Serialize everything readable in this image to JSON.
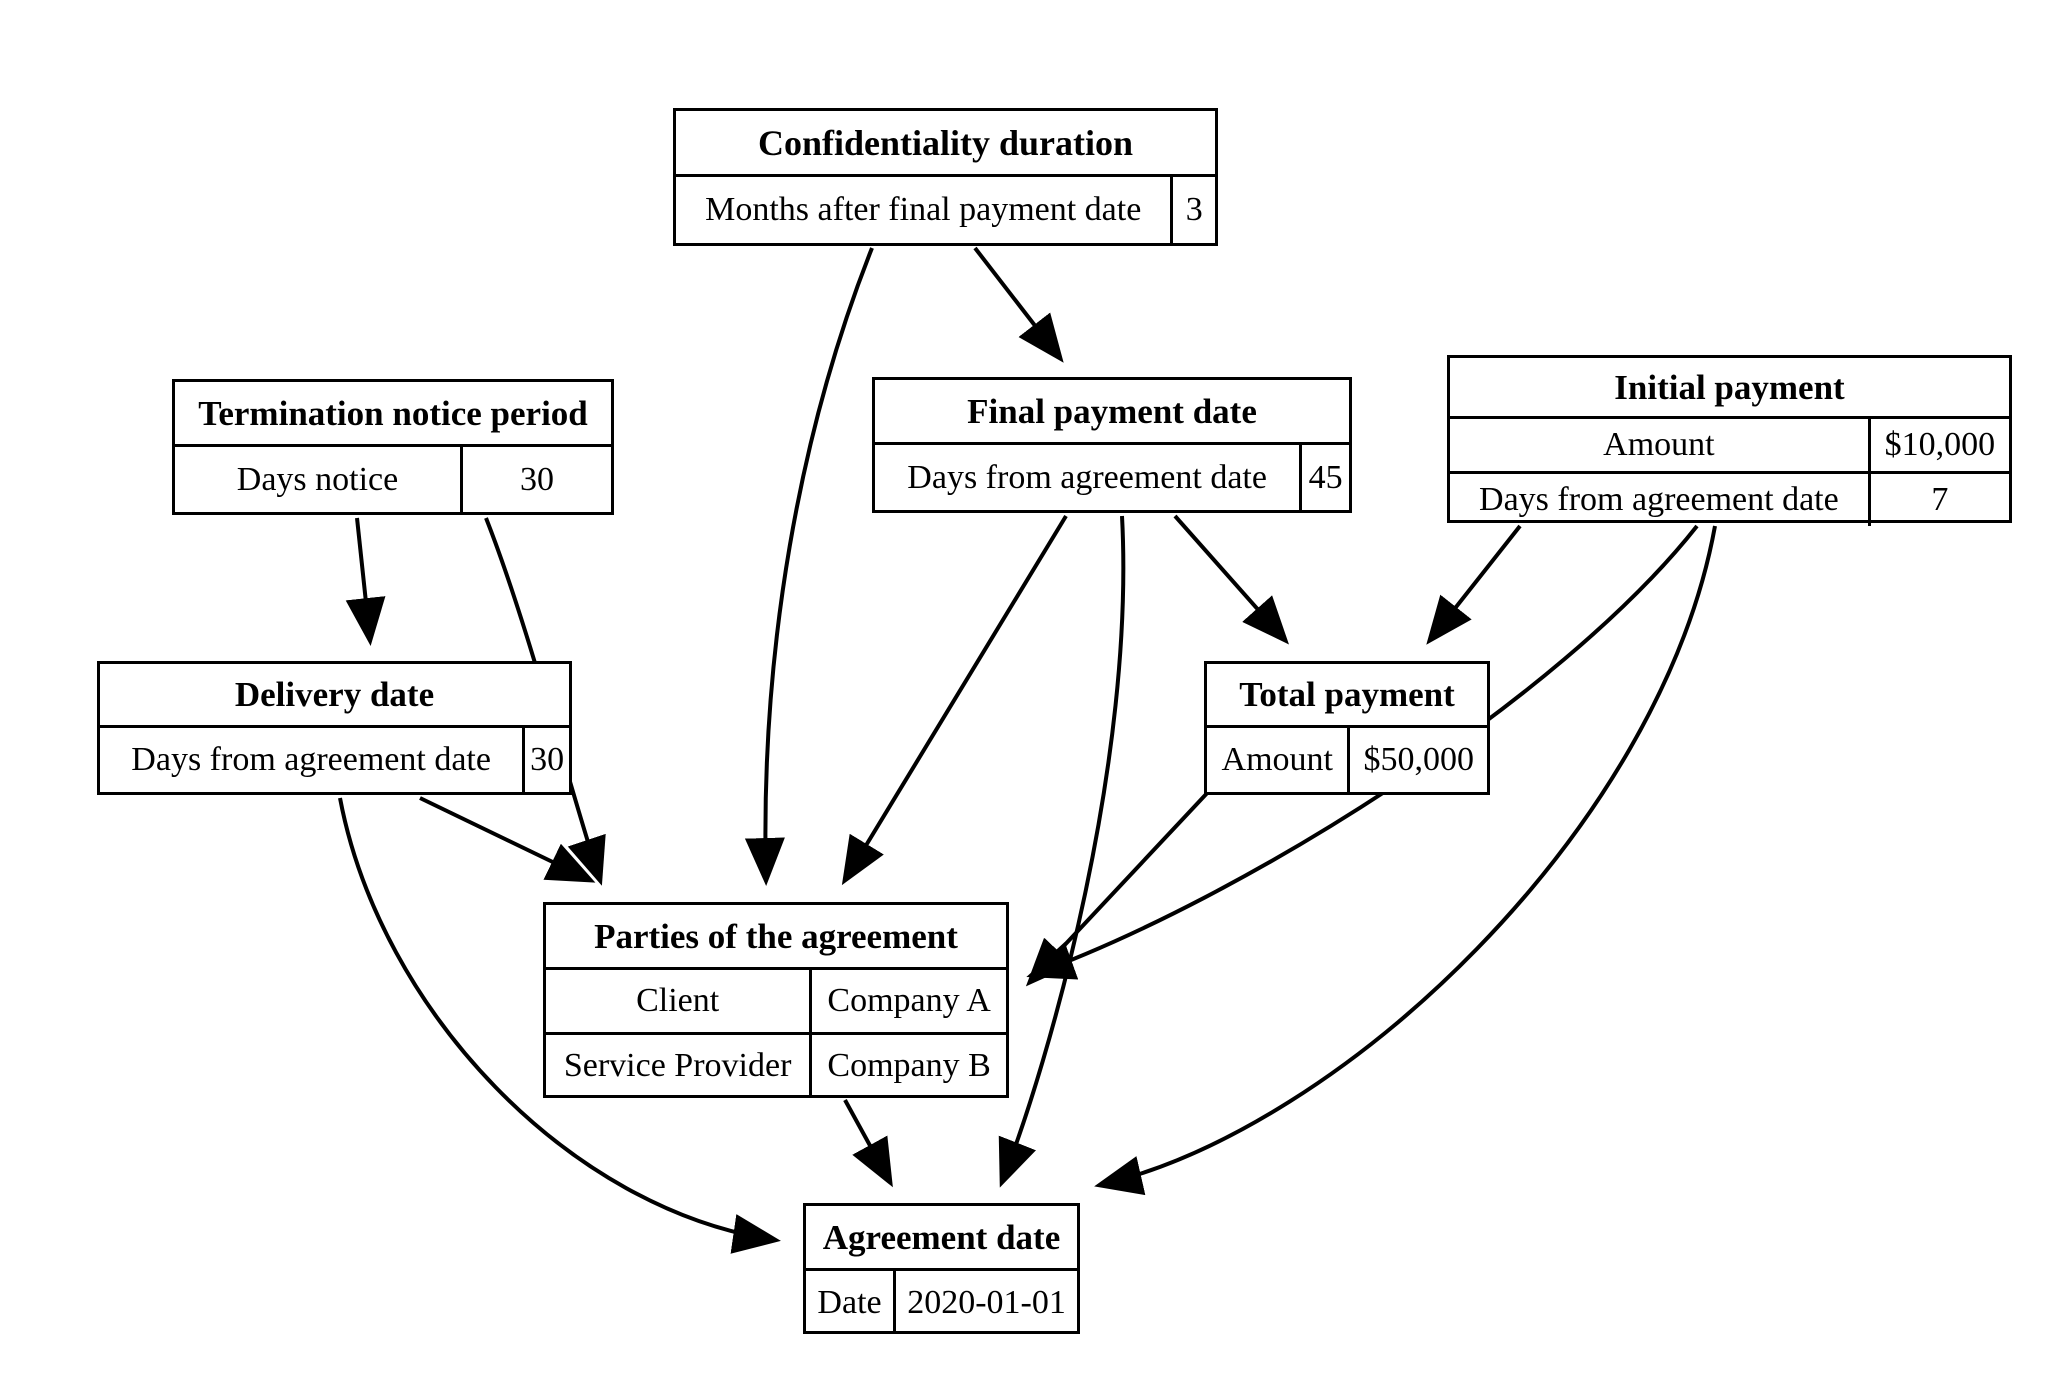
{
  "diagram": {
    "type": "entity-relationship-graph",
    "title_visible": false,
    "stroke_color": "#000000",
    "background_color": "#ffffff",
    "nodes": [
      {
        "id": "confidentiality_duration",
        "title": "Confidentiality duration",
        "rows": [
          {
            "key": "Months after final payment date",
            "value": "3"
          }
        ]
      },
      {
        "id": "termination_notice_period",
        "title": "Termination notice period",
        "rows": [
          {
            "key": "Days notice",
            "value": "30"
          }
        ]
      },
      {
        "id": "final_payment_date",
        "title": "Final payment date",
        "rows": [
          {
            "key": "Days from agreement date",
            "value": "45"
          }
        ]
      },
      {
        "id": "initial_payment",
        "title": "Initial payment",
        "rows": [
          {
            "key": "Amount",
            "value": "$10,000"
          },
          {
            "key": "Days from agreement date",
            "value": "7"
          }
        ]
      },
      {
        "id": "delivery_date",
        "title": "Delivery date",
        "rows": [
          {
            "key": "Days from agreement date",
            "value": "30"
          }
        ]
      },
      {
        "id": "total_payment",
        "title": "Total payment",
        "rows": [
          {
            "key": "Amount",
            "value": "$50,000"
          }
        ]
      },
      {
        "id": "parties_of_the_agreement",
        "title": "Parties of the agreement",
        "rows": [
          {
            "key": "Client",
            "value": "Company A"
          },
          {
            "key": "Service Provider",
            "value": "Company B"
          }
        ]
      },
      {
        "id": "agreement_date",
        "title": "Agreement date",
        "rows": [
          {
            "key": "Date",
            "value": "2020-01-01"
          }
        ]
      }
    ],
    "edges": [
      {
        "from": "confidentiality_duration",
        "to": "final_payment_date"
      },
      {
        "from": "confidentiality_duration",
        "to": "parties_of_the_agreement"
      },
      {
        "from": "termination_notice_period",
        "to": "delivery_date"
      },
      {
        "from": "termination_notice_period",
        "to": "parties_of_the_agreement"
      },
      {
        "from": "final_payment_date",
        "to": "parties_of_the_agreement"
      },
      {
        "from": "final_payment_date",
        "to": "total_payment"
      },
      {
        "from": "final_payment_date",
        "to": "agreement_date"
      },
      {
        "from": "initial_payment",
        "to": "total_payment"
      },
      {
        "from": "initial_payment",
        "to": "parties_of_the_agreement"
      },
      {
        "from": "initial_payment",
        "to": "agreement_date"
      },
      {
        "from": "delivery_date",
        "to": "parties_of_the_agreement"
      },
      {
        "from": "delivery_date",
        "to": "agreement_date"
      },
      {
        "from": "total_payment",
        "to": "parties_of_the_agreement"
      },
      {
        "from": "parties_of_the_agreement",
        "to": "agreement_date"
      }
    ]
  }
}
